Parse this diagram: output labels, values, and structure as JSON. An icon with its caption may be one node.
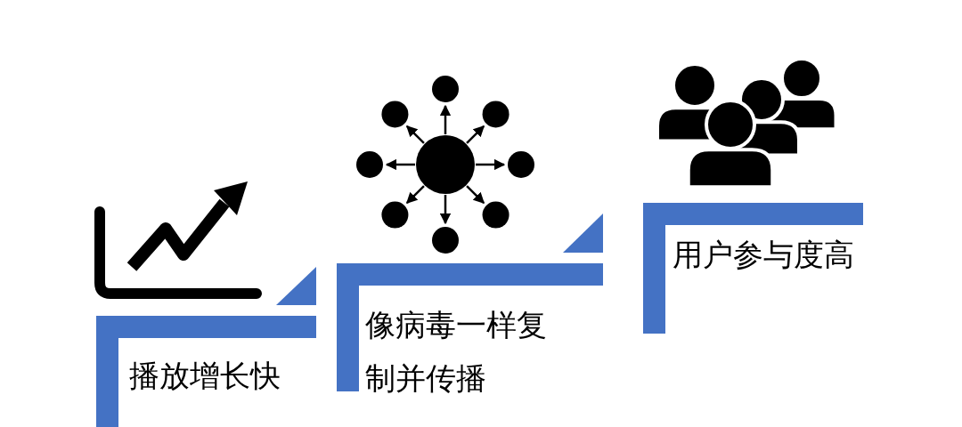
{
  "diagram": {
    "nodes": [
      {
        "text": [
          "播放增长快"
        ]
      },
      {
        "text": [
          "像病毒一样复制并传播"
        ]
      },
      {
        "text": [
          "用户参与度高"
        ]
      }
    ]
  }
}
